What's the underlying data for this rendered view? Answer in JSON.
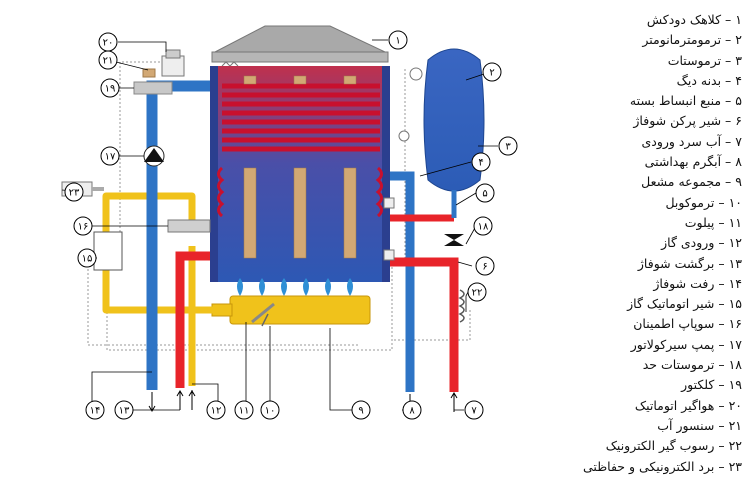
{
  "callouts": [
    {
      "id": "1",
      "label": "۱"
    },
    {
      "id": "2",
      "label": "۲"
    },
    {
      "id": "3",
      "label": "۳"
    },
    {
      "id": "4",
      "label": "۴"
    },
    {
      "id": "5",
      "label": "۵"
    },
    {
      "id": "6",
      "label": "۶"
    },
    {
      "id": "7",
      "label": "۷"
    },
    {
      "id": "8",
      "label": "۸"
    },
    {
      "id": "9",
      "label": "۹"
    },
    {
      "id": "10",
      "label": "۱۰"
    },
    {
      "id": "11",
      "label": "۱۱"
    },
    {
      "id": "12",
      "label": "۱۲"
    },
    {
      "id": "13",
      "label": "۱۳"
    },
    {
      "id": "14",
      "label": "۱۴"
    },
    {
      "id": "15",
      "label": "۱۵"
    },
    {
      "id": "16",
      "label": "۱۶"
    },
    {
      "id": "17",
      "label": "۱۷"
    },
    {
      "id": "18",
      "label": "۱۸"
    },
    {
      "id": "19",
      "label": "۱۹"
    },
    {
      "id": "20",
      "label": "۲۰"
    },
    {
      "id": "21",
      "label": "۲۱"
    },
    {
      "id": "22",
      "label": "۲۲"
    },
    {
      "id": "23",
      "label": "۲۳"
    }
  ],
  "legend": [
    "۱ – کلاهک دودکش",
    "۲ – ترمومترمانومتر",
    "۳ – ترموستات",
    "۴ – بدنه دیگ",
    "۵ – منبع انبساط بسته",
    "۶ – شیر پرکن شوفاژ",
    "۷ – آب سرد ورودی",
    "۸ – آبگرم بهداشتی",
    "۹ – مجموعه مشعل",
    "۱۰ – ترموکوبل",
    "۱۱ – پیلوت",
    "۱۲ – ورودی گاز",
    "۱۳ – برگشت شوفاژ",
    "۱۴ – رفت شوفاژ",
    "۱۵ – شیر اتوماتیک گاز",
    "۱۶ – سوپاپ اطمینان",
    "۱۷ – پمپ سیرکولاتور",
    "۱۸ – ترموستات حد",
    "۱۹ – کلکتور",
    "۲۰ – هواگیر اتوماتیک",
    "۲۱ – سنسور آب",
    "۲۲ – رسوب گیر الکترونیک",
    "۲۳ – برد الکترونیکی و حفاظتی"
  ],
  "colors": {
    "hot": "#e8242a",
    "cold": "#2e74c5",
    "gas": "#f0c21b",
    "boiler_body": "#3553a6",
    "hood": "#a9a9a9",
    "burner": "#2f8fd6",
    "wire": "#888888"
  }
}
